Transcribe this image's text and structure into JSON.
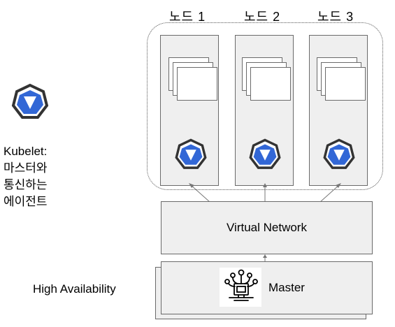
{
  "nodes": [
    {
      "label": "노드 1"
    },
    {
      "label": "노드 2"
    },
    {
      "label": "노드 3"
    }
  ],
  "kubelet": {
    "title": "Kubelet:",
    "line1": "마스터와",
    "line2": "통신하는",
    "line3": "에이전트",
    "icon": "kubernetes-heptagon-icon"
  },
  "network": {
    "label": "Virtual Network"
  },
  "master": {
    "label": "Master",
    "icon": "control-plane-icon"
  },
  "ha": {
    "label": "High Availability"
  },
  "colors": {
    "box_fill": "#efefef",
    "border": "#6a6a6a",
    "heptagon_blue": "#3267d6",
    "heptagon_outline": "#333333"
  }
}
